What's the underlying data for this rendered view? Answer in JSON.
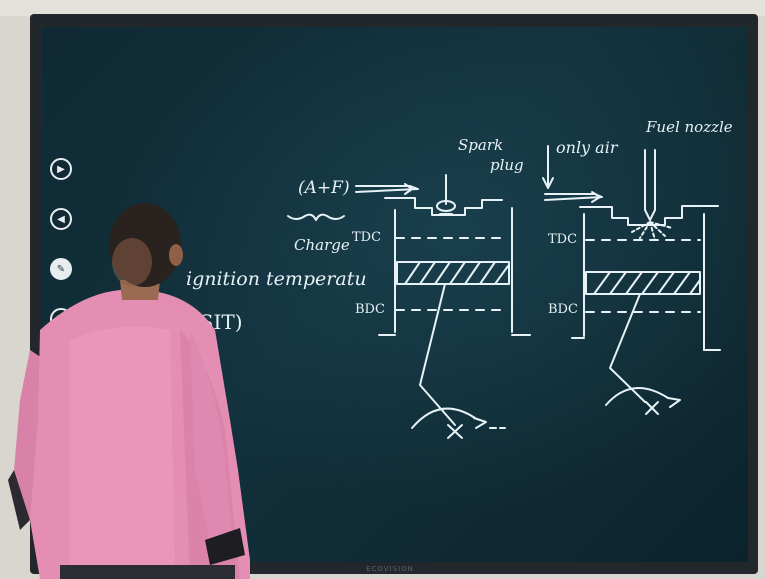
{
  "board": {
    "labels": {
      "spark_plug_line1": "Spark",
      "spark_plug_line2": "plug",
      "only_air": "only air",
      "fuel_nozzle": "Fuel nozzle",
      "a_plus_f": "(A+F)",
      "charge": "Charge",
      "tdc_left": "TDC",
      "bdc_left": "BDC",
      "tdc_right": "TDC",
      "bdc_right": "BDC",
      "ignition_temp": "ignition temperatu",
      "sit": "(SIT)"
    }
  },
  "toolbar": {
    "next_icon": "chevron-right-icon",
    "prev_icon": "chevron-left-icon",
    "pen_icon": "pen-icon",
    "screen_icon": "whiteboard-icon"
  },
  "bezel": {
    "brand": "ECOVISION"
  },
  "colors": {
    "chalk": "#e6f2f6",
    "board": "#12313c",
    "shirt": "#e58eb4"
  }
}
